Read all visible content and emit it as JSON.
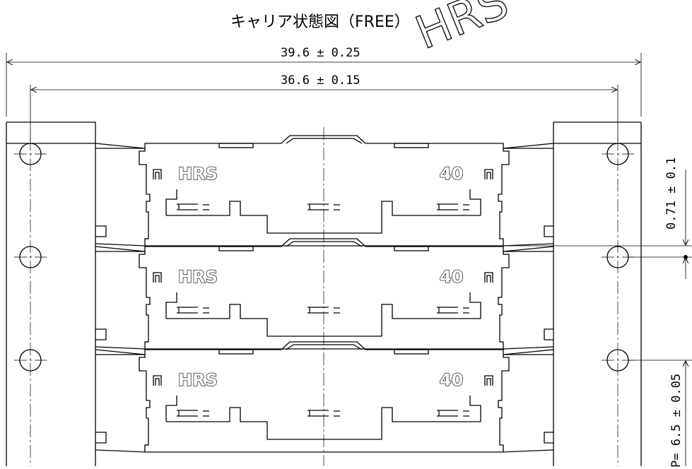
{
  "title": "キャリア状態図（FREE）",
  "watermark": "HRS",
  "dimensions": {
    "overall_width": "39.6 ± 0.25",
    "hole_pitch_width": "36.6 ± 0.15",
    "offset": "0.71 ± 0.1",
    "pitch": "P= 6.5 ± 0.05"
  },
  "carrier": {
    "units": [
      {
        "brand": "HRS",
        "pins": "40"
      },
      {
        "brand": "HRS",
        "pins": "40"
      },
      {
        "brand": "HRS",
        "pins": "40"
      }
    ]
  }
}
